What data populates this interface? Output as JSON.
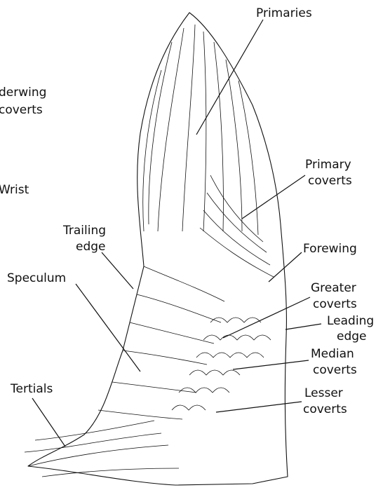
{
  "labels": {
    "primaries": "Primaries",
    "underwing_coverts_1": "derwing",
    "underwing_coverts_2": "coverts",
    "wrist": "Wrist",
    "primary_coverts_1": "Primary",
    "primary_coverts_2": "coverts",
    "trailing_edge_1": "Trailing",
    "trailing_edge_2": "edge",
    "forewing": "Forewing",
    "speculum": "Speculum",
    "greater_coverts_1": "Greater",
    "greater_coverts_2": "coverts",
    "leading_edge_1": "Leading",
    "leading_edge_2": "edge",
    "median_coverts_1": "Median",
    "median_coverts_2": "coverts",
    "tertials": "Tertials",
    "lesser_coverts_1": "Lesser",
    "lesser_coverts_2": "coverts"
  }
}
